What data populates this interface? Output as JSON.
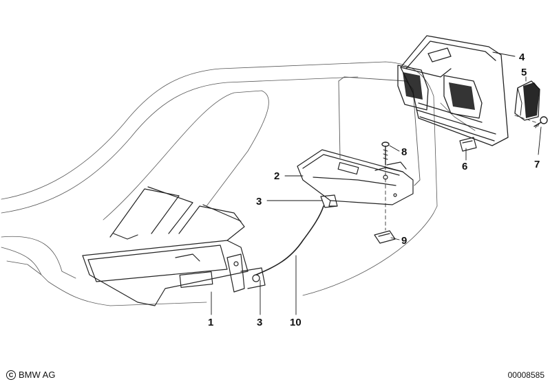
{
  "callouts": {
    "c1": "1",
    "c2": "2",
    "c3a": "3",
    "c3b": "3",
    "c4": "4",
    "c5": "5",
    "c6": "6",
    "c7": "7",
    "c8": "8",
    "c9": "9",
    "c10": "10"
  },
  "footer": {
    "copyright_symbol": "C",
    "brand": "BMW AG",
    "diagram_number": "00008585"
  }
}
